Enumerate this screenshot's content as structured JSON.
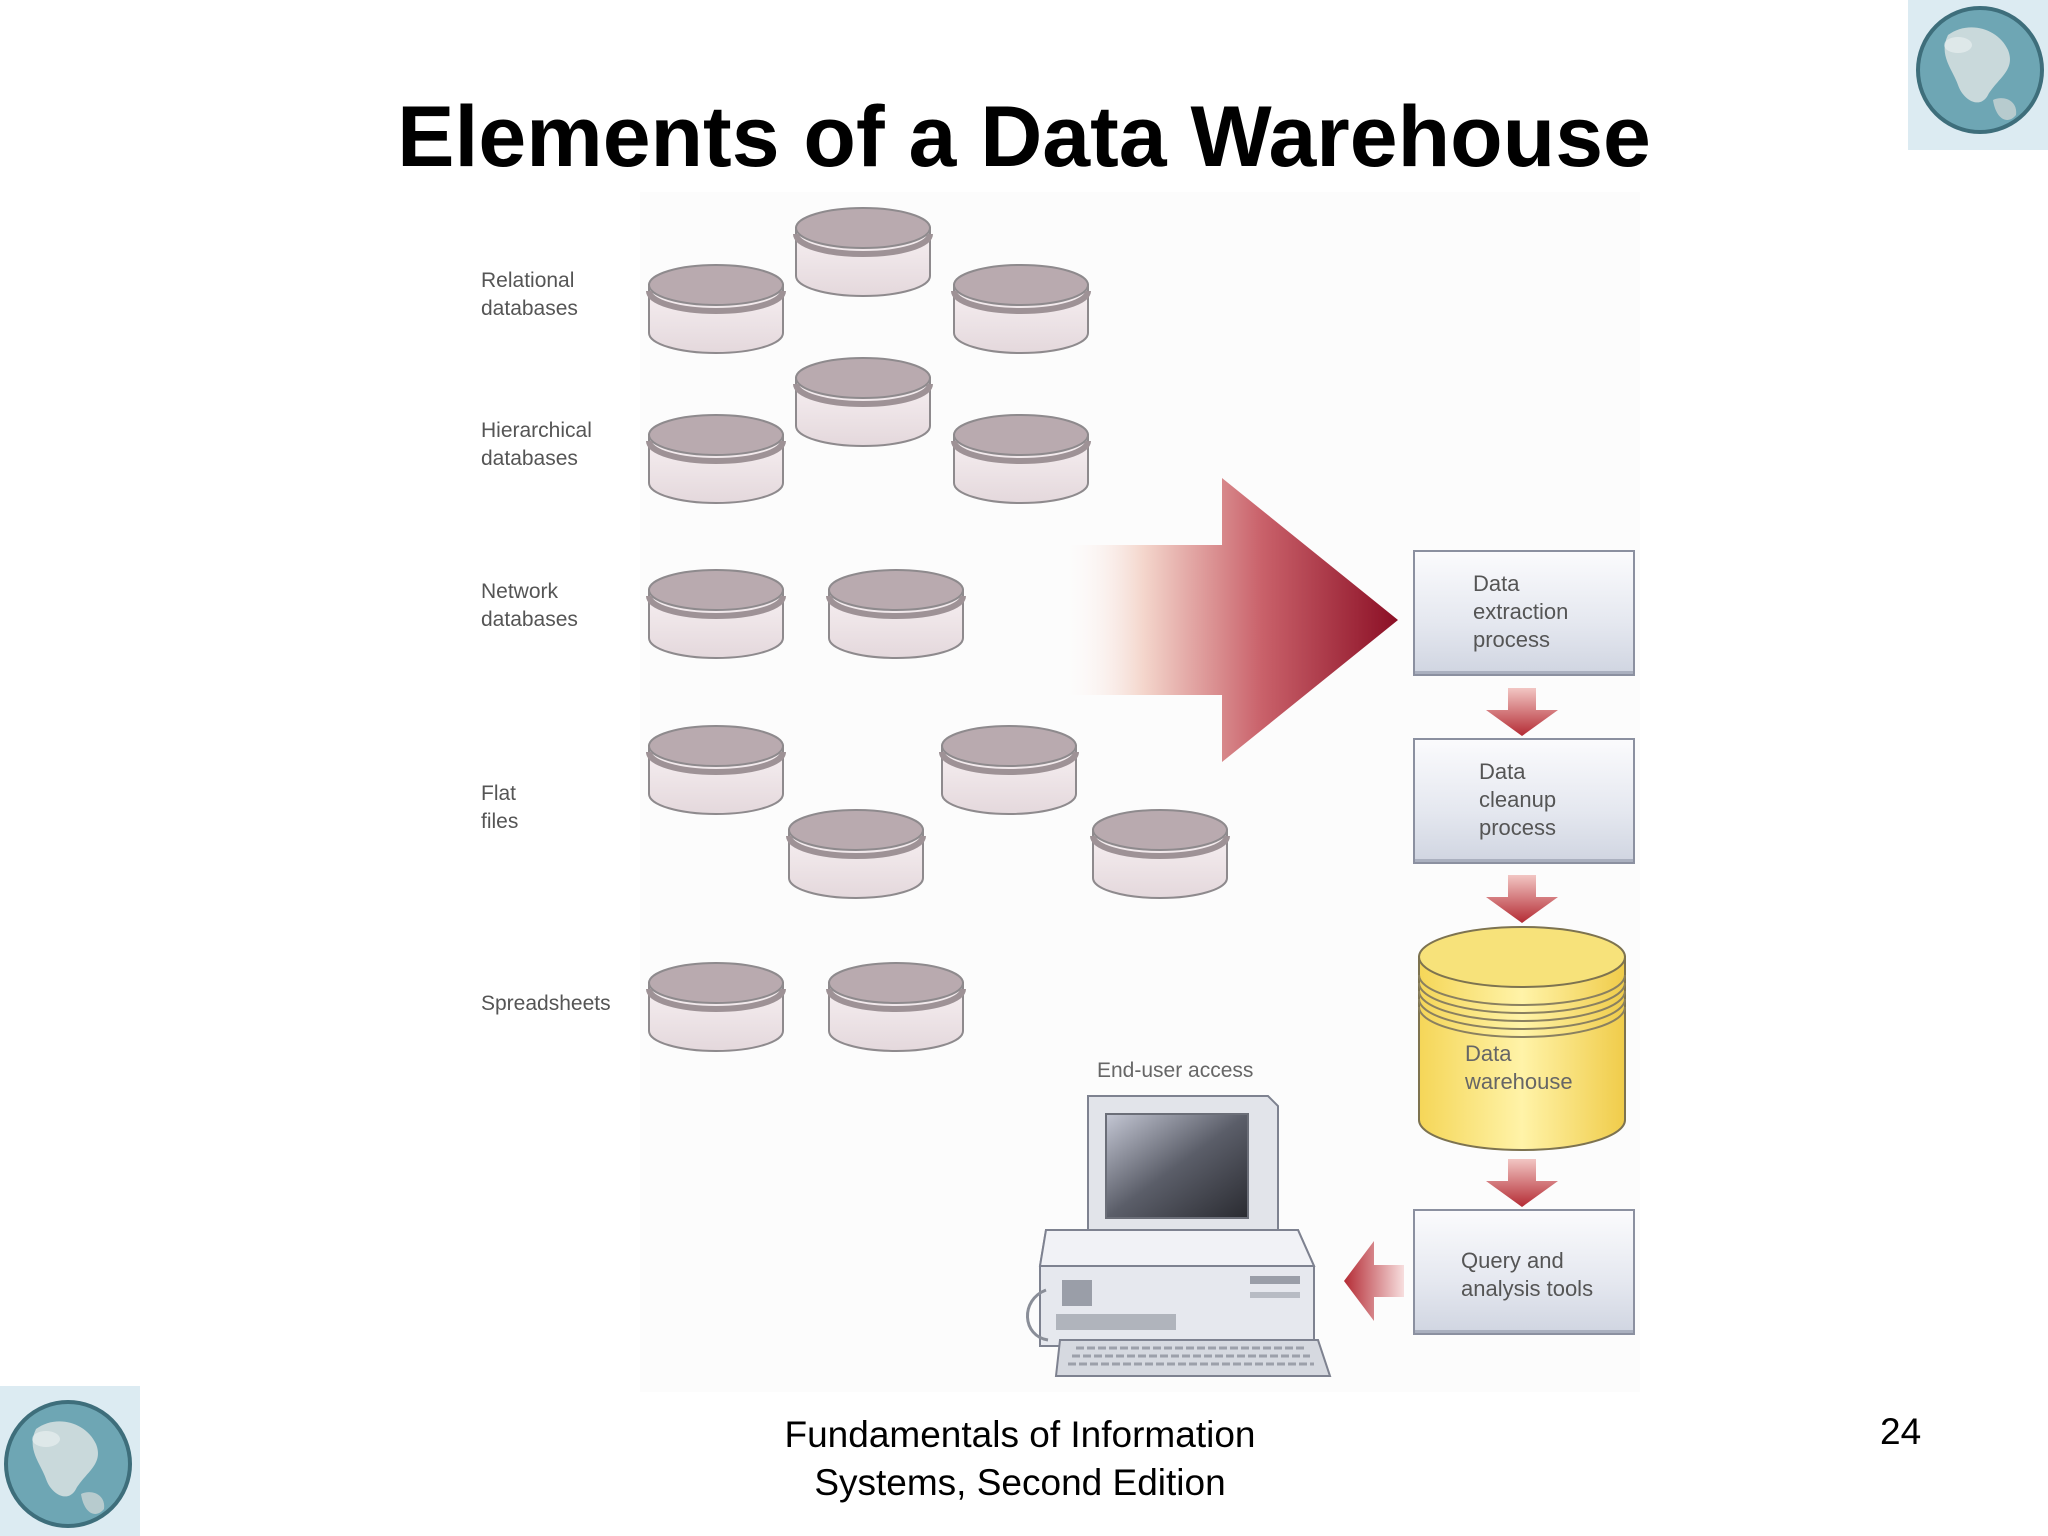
{
  "title": "Elements of a Data Warehouse",
  "sources": {
    "relational": [
      "Relational",
      "databases"
    ],
    "hierarchical": [
      "Hierarchical",
      "databases"
    ],
    "network": [
      "Network",
      "databases"
    ],
    "flat": [
      "Flat",
      "files"
    ],
    "spreadsheets": [
      "Spreadsheets"
    ]
  },
  "process": {
    "extraction": [
      "Data",
      "extraction",
      "process"
    ],
    "cleanup": [
      "Data",
      "cleanup",
      "process"
    ],
    "warehouse": [
      "Data",
      "warehouse"
    ],
    "query": [
      "Query and",
      "analysis tools"
    ]
  },
  "end_user_label": "End-user access",
  "footer": [
    "Fundamentals of Information",
    "Systems, Second Edition"
  ],
  "page_number": "24",
  "colors": {
    "disk_top": "#b9aaaf",
    "disk_side": "#f1e8ea",
    "arrow_dark": "#8b0f25",
    "warehouse_fill": "#f7e27a"
  }
}
